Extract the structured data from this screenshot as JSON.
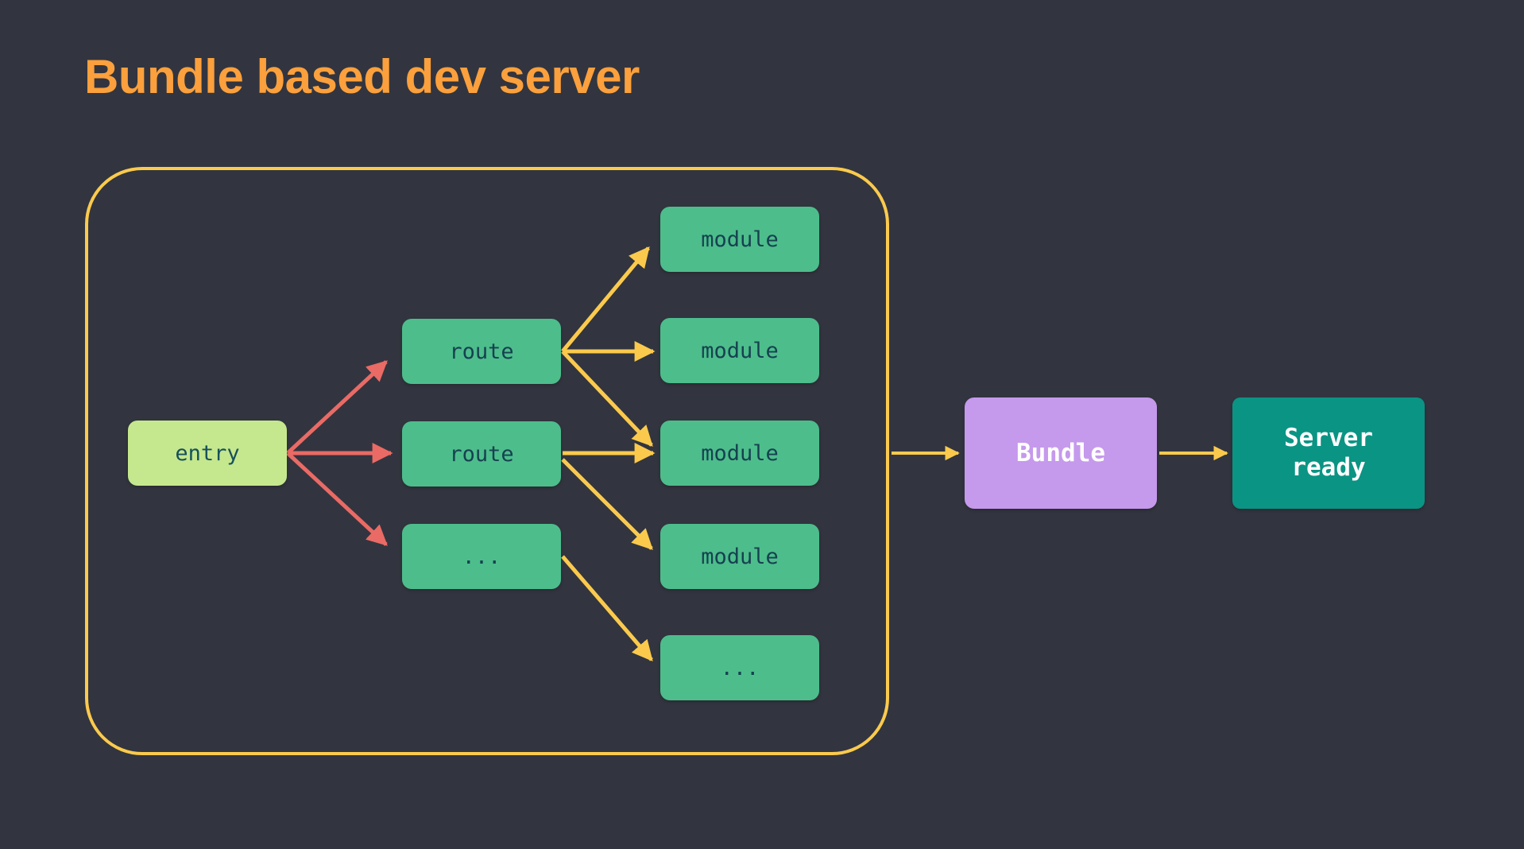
{
  "page": {
    "title": "Bundle based dev server",
    "background_color": "#32353f"
  },
  "colors": {
    "title": "#fba03c",
    "group_border": "#fbca4d",
    "entry_fill": "#c5e88e",
    "node_fill": "#4dbd8c",
    "node_text": "#16414f",
    "bundle_fill": "#c599ec",
    "server_fill": "#0a9484",
    "edge_red": "#ea6a65",
    "edge_yellow": "#fbca4d"
  },
  "group": {
    "name": "dev-server-graph"
  },
  "nodes": {
    "entry": {
      "label": "entry"
    },
    "routes": [
      {
        "label": "route"
      },
      {
        "label": "route"
      },
      {
        "label": "..."
      }
    ],
    "modules": [
      {
        "label": "module"
      },
      {
        "label": "module"
      },
      {
        "label": "module"
      },
      {
        "label": "module"
      },
      {
        "label": "..."
      }
    ],
    "bundle": {
      "label": "Bundle"
    },
    "server": {
      "label_line1": "Server",
      "label_line2": "ready"
    }
  },
  "edges": [
    {
      "from": "entry",
      "to": "route-1",
      "color": "#ea6a65"
    },
    {
      "from": "entry",
      "to": "route-2",
      "color": "#ea6a65"
    },
    {
      "from": "entry",
      "to": "route-3",
      "color": "#ea6a65"
    },
    {
      "from": "route-1",
      "to": "module-1",
      "color": "#fbca4d"
    },
    {
      "from": "route-1",
      "to": "module-2",
      "color": "#fbca4d"
    },
    {
      "from": "route-1",
      "to": "module-3",
      "color": "#fbca4d"
    },
    {
      "from": "route-2",
      "to": "module-3",
      "color": "#fbca4d"
    },
    {
      "from": "route-2",
      "to": "module-4",
      "color": "#fbca4d"
    },
    {
      "from": "route-3",
      "to": "module-5",
      "color": "#fbca4d"
    },
    {
      "from": "group",
      "to": "bundle",
      "color": "#fbca4d"
    },
    {
      "from": "bundle",
      "to": "server",
      "color": "#fbca4d"
    }
  ]
}
